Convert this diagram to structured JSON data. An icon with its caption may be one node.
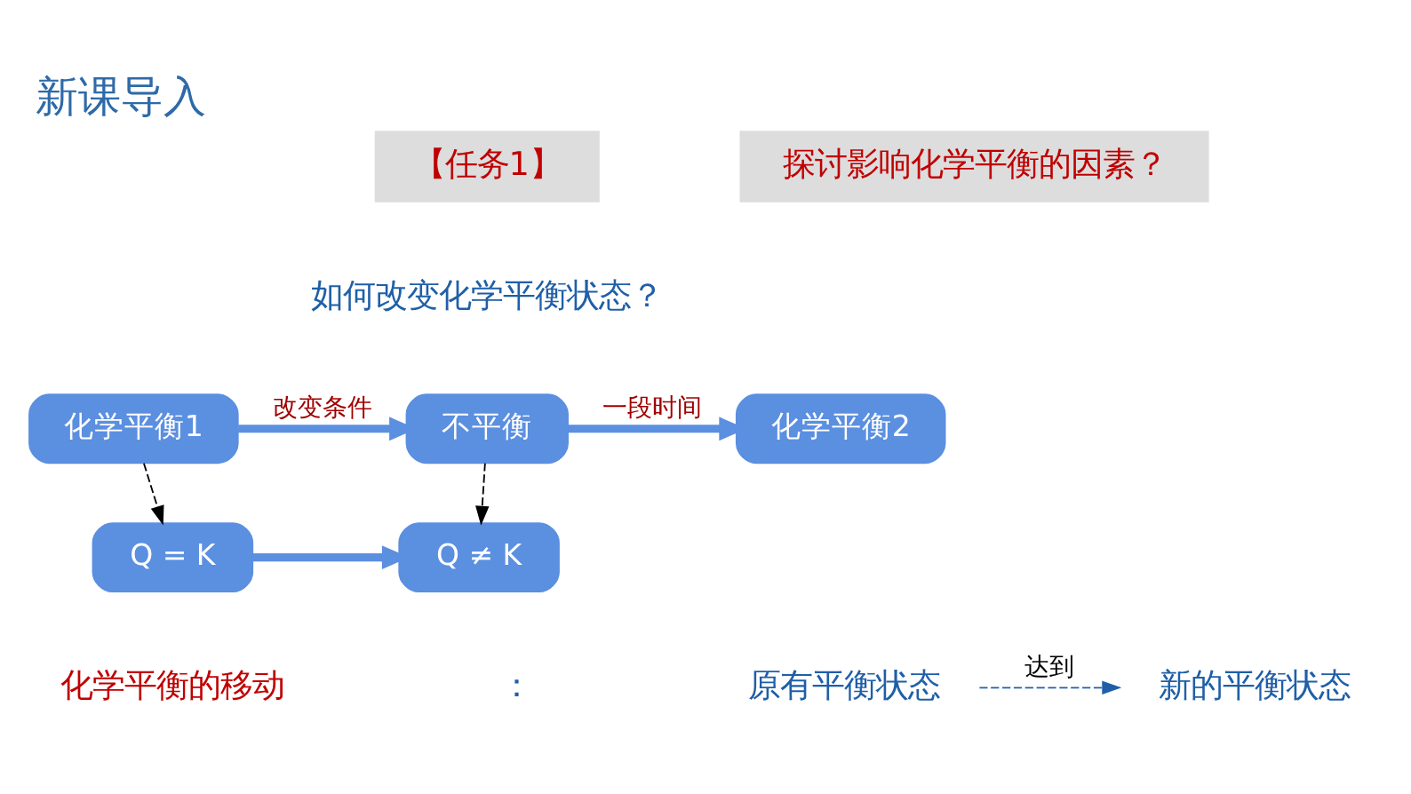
{
  "diagram": {
    "title": "新课导入",
    "nodes": [
      {
        "text": [
          "化学平衡1"
        ]
      },
      {
        "text": [
          "不平衡"
        ]
      },
      {
        "text": [
          "化学平衡2"
        ]
      },
      {
        "text": [
          "Q = K"
        ]
      },
      {
        "text": [
          "Q ≠ K"
        ]
      },
      {
        "text": [
          "原有平衡状态"
        ]
      },
      {
        "text": [
          "新的平衡状态"
        ]
      }
    ],
    "edges": [
      {
        "from": 0,
        "to": 1,
        "arrow": "to",
        "label": "改变条件",
        "style": "thick"
      },
      {
        "from": 1,
        "to": 2,
        "arrow": "to",
        "label": "一段时间",
        "style": "thick"
      },
      {
        "from": 0,
        "to": 3,
        "arrow": "to",
        "style": "dashed",
        "color": "#000000"
      },
      {
        "from": 1,
        "to": 4,
        "arrow": "to",
        "style": "dashed",
        "color": "#000000"
      },
      {
        "from": 3,
        "to": 4,
        "arrow": "to",
        "style": "thick"
      },
      {
        "from": 5,
        "to": 6,
        "arrow": "to",
        "label": "达到",
        "style": "dashed",
        "color": "#1f5fa8"
      }
    ],
    "labels": [
      "【任务1】",
      "探讨影响化学平衡的因素？",
      "如何改变化学平衡状态？",
      "化学平衡的移动",
      "："
    ]
  }
}
